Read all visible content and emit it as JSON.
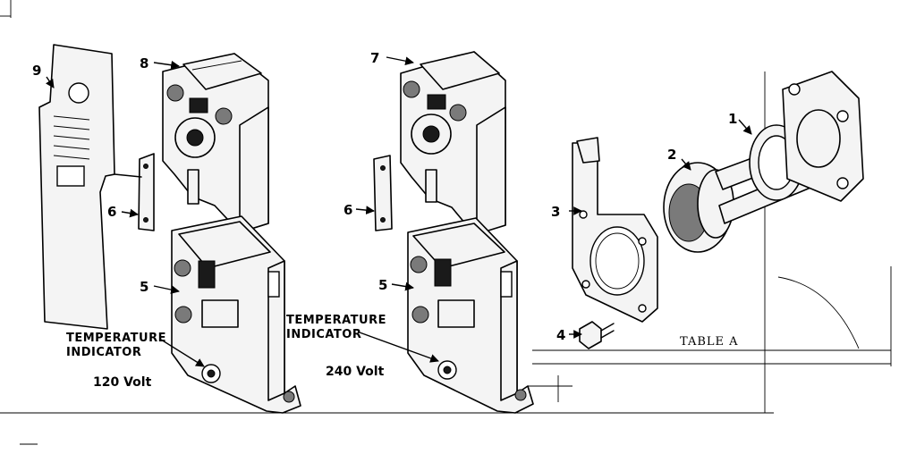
{
  "callouts": {
    "c1": "1",
    "c2": "2",
    "c3": "3",
    "c4": "4",
    "c5a": "5",
    "c5b": "5",
    "c6a": "6",
    "c6b": "6",
    "c7": "7",
    "c8": "8",
    "c9": "9"
  },
  "labels": {
    "temp_indicator_left_1": "TEMPERATURE",
    "temp_indicator_left_2": "INDICATOR",
    "temp_indicator_right_1": "TEMPERATURE",
    "temp_indicator_right_2": "INDICATOR",
    "volt_120": "120 Volt",
    "volt_240": "240 Volt",
    "table": "TABLE A"
  }
}
